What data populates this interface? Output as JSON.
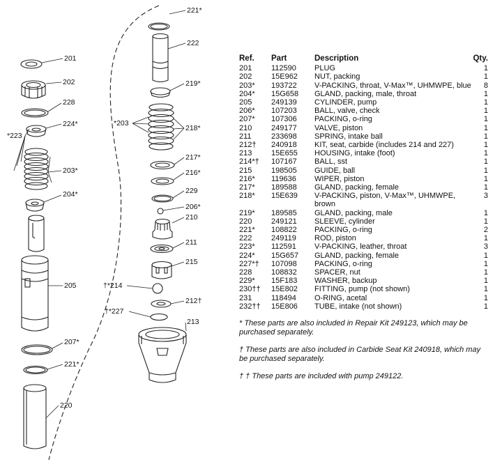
{
  "callouts": {
    "c201": "201",
    "c202": "202",
    "c228": "228",
    "c224": "224*",
    "c223": "*223",
    "c203a": "203*",
    "c204": "204*",
    "c205": "205",
    "c207": "207*",
    "c221b": "221*",
    "c220": "220",
    "c221": "221*",
    "c222": "222",
    "c219": "219*",
    "c203b": "*203",
    "c218": "218*",
    "c217": "217*",
    "c216": "216*",
    "c229": "229",
    "c206": "206*",
    "c210": "210",
    "c211": "211",
    "c215": "215",
    "c214": "†*214",
    "c212": "212†",
    "c227": "†*227",
    "c213": "213"
  },
  "table": {
    "headers": {
      "ref": "Ref.",
      "part": "Part",
      "desc": "Description",
      "qty": "Qty."
    },
    "rows": [
      {
        "ref": "201",
        "part": "112590",
        "desc": "PLUG",
        "qty": "1"
      },
      {
        "ref": "202",
        "part": "15E962",
        "desc": "NUT, packing",
        "qty": "1"
      },
      {
        "ref": "203*",
        "part": "193722",
        "desc": "V-PACKING, throat, V-Max™, UHMWPE, blue",
        "qty": "8"
      },
      {
        "ref": "204*",
        "part": "15G658",
        "desc": "GLAND, packing, male, throat",
        "qty": "1"
      },
      {
        "ref": "205",
        "part": "249139",
        "desc": "CYLINDER, pump",
        "qty": "1"
      },
      {
        "ref": "206*",
        "part": "107203",
        "desc": "BALL, valve, check",
        "qty": "1"
      },
      {
        "ref": "207*",
        "part": "107306",
        "desc": "PACKING, o-ring",
        "qty": "1"
      },
      {
        "ref": "210",
        "part": "249177",
        "desc": "VALVE, piston",
        "qty": "1"
      },
      {
        "ref": "211",
        "part": "233698",
        "desc": "SPRING, intake ball",
        "qty": "1"
      },
      {
        "ref": "212†",
        "part": "240918",
        "desc": "KIT, seat, carbide (includes 214 and 227)",
        "qty": "1"
      },
      {
        "ref": "213",
        "part": "15E655",
        "desc": "HOUSING, intake (foot)",
        "qty": "1"
      },
      {
        "ref": "214*†",
        "part": "107167",
        "desc": "BALL, sst",
        "qty": "1"
      },
      {
        "ref": "215",
        "part": "198505",
        "desc": "GUIDE, ball",
        "qty": "1"
      },
      {
        "ref": "216*",
        "part": "119636",
        "desc": "WIPER, piston",
        "qty": "1"
      },
      {
        "ref": "217*",
        "part": "189588",
        "desc": "GLAND, packing, female",
        "qty": "1"
      },
      {
        "ref": "218*",
        "part": "15E639",
        "desc": "V-PACKING, piston, V-Max™, UHMWPE, brown",
        "qty": "3"
      },
      {
        "ref": "219*",
        "part": "189585",
        "desc": "GLAND, packing, male",
        "qty": "1"
      },
      {
        "ref": "220",
        "part": "249121",
        "desc": "SLEEVE, cylinder",
        "qty": "1"
      },
      {
        "ref": "221*",
        "part": "108822",
        "desc": "PACKING, o-ring",
        "qty": "2"
      },
      {
        "ref": "222",
        "part": "249119",
        "desc": "ROD, piston",
        "qty": "1"
      },
      {
        "ref": "223*",
        "part": "112591",
        "desc": "V-PACKING, leather, throat",
        "qty": "3"
      },
      {
        "ref": "224*",
        "part": "15G657",
        "desc": "GLAND, packing, female",
        "qty": "1"
      },
      {
        "ref": "227*†",
        "part": "107098",
        "desc": "PACKING, o-ring",
        "qty": "1"
      },
      {
        "ref": "228",
        "part": "108832",
        "desc": "SPACER, nut",
        "qty": "1"
      },
      {
        "ref": "229*",
        "part": "15F183",
        "desc": "WASHER, backup",
        "qty": "1"
      },
      {
        "ref": "230††",
        "part": "15E802",
        "desc": "FITTING, pump (not shown)",
        "qty": "1"
      },
      {
        "ref": "231",
        "part": "118494",
        "desc": "O-RING, acetal",
        "qty": "1"
      },
      {
        "ref": "232††",
        "part": "15E806",
        "desc": "TUBE, intake (not shown)",
        "qty": "1"
      }
    ]
  },
  "notes": {
    "n1": "* These parts are also included in Repair Kit 249123, which may be purchased separately.",
    "n2": "† These parts are also included in Carbide Seat Kit 240918, which may be purchased separately.",
    "n3": "† † These parts are included with pump 249122."
  }
}
